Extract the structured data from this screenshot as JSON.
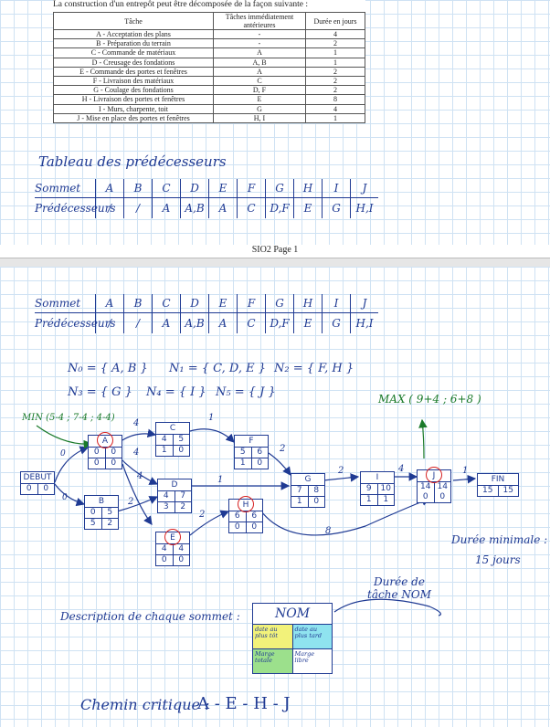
{
  "intro": "La construction d'un entrepôt peut être décomposée de la façon suivante :",
  "table": {
    "headers": [
      "Tâche",
      "Tâches immédiatement antérieures",
      "Durée en jours"
    ],
    "rows": [
      [
        "A - Acceptation des plans",
        "-",
        "4"
      ],
      [
        "B - Préparation du terrain",
        "-",
        "2"
      ],
      [
        "C - Commande de matériaux",
        "A",
        "1"
      ],
      [
        "D - Creusage des fondations",
        "A, B",
        "1"
      ],
      [
        "E - Commande des portes et fenêtres",
        "A",
        "2"
      ],
      [
        "F - Livraison des matériaux",
        "C",
        "2"
      ],
      [
        "G - Coulage des fondations",
        "D, F",
        "2"
      ],
      [
        "H - Livraison des portes et fenêtres",
        "E",
        "8"
      ],
      [
        "I - Murs, charpente, toit",
        "G",
        "4"
      ],
      [
        "J - Mise en place des portes et fenêtres",
        "H, I",
        "1"
      ]
    ]
  },
  "pred_title": "Tableau des prédécesseurs",
  "pred_table": {
    "row1_label": "Sommet",
    "row2_label": "Prédécesseurs",
    "sommets": [
      "A",
      "B",
      "C",
      "D",
      "E",
      "F",
      "G",
      "H",
      "I",
      "J"
    ],
    "preds": [
      "/",
      "/",
      "A",
      "A,B",
      "A",
      "C",
      "D,F",
      "E",
      "G",
      "H,I"
    ]
  },
  "footer": "SIO2 Page 1",
  "levels": {
    "n0": "N₀ = { A, B }",
    "n1": "N₁ = { C, D, E }",
    "n2": "N₂ = { F, H }",
    "n3": "N₃ = { G }",
    "n4": "N₄ = { I }",
    "n5": "N₅ = { J }"
  },
  "annot_min": "MIN (5-4 ; 7-4 ; 4-4)",
  "annot_max": "MAX ( 9+4 ; 6+8 )",
  "nodes": {
    "debut": {
      "name": "DEBUT",
      "a": "0",
      "b": "0"
    },
    "A": {
      "name": "A",
      "a": "0",
      "b": "0",
      "c": "0",
      "d": "0"
    },
    "B": {
      "name": "B",
      "a": "0",
      "b": "5",
      "c": "5",
      "d": "2"
    },
    "C": {
      "name": "C",
      "a": "4",
      "b": "5",
      "c": "1",
      "d": "0"
    },
    "D": {
      "name": "D",
      "a": "4",
      "b": "7",
      "c": "3",
      "d": "2"
    },
    "E": {
      "name": "E",
      "a": "4",
      "b": "4",
      "c": "0",
      "d": "0"
    },
    "F": {
      "name": "F",
      "a": "5",
      "b": "6",
      "c": "1",
      "d": "0"
    },
    "G": {
      "name": "G",
      "a": "7",
      "b": "8",
      "c": "1",
      "d": "0"
    },
    "H": {
      "name": "H",
      "a": "6",
      "b": "6",
      "c": "0",
      "d": "0"
    },
    "I": {
      "name": "I",
      "a": "9",
      "b": "10",
      "c": "1",
      "d": "1"
    },
    "J": {
      "name": "J",
      "a": "14",
      "b": "14",
      "c": "0",
      "d": "0"
    },
    "fin": {
      "name": "FIN",
      "a": "15",
      "b": "15"
    }
  },
  "edge_labels": {
    "debut_a": "0",
    "debut_b": "0",
    "a_c": "4",
    "a_d": "4",
    "a_e": "4",
    "b_d": "2",
    "c_f": "1",
    "d_g": "1",
    "e_h": "2",
    "f_g": "2",
    "g_i": "2",
    "h_j": "8",
    "i_j": "4",
    "j_fin": "1"
  },
  "duree_minimale": "Durée minimale :",
  "duree_value": "15 jours",
  "description_label": "Description de chaque sommet :",
  "legend": {
    "name": "NOM",
    "tot": "date au plus tôt",
    "tard": "date au plus tard",
    "totale": "Marge totale",
    "libre": "Marge libre"
  },
  "duree_tache": "Durée de tâche NOM",
  "chemin_label": "Chemin critique :",
  "chemin_value": "A - E - H - J"
}
